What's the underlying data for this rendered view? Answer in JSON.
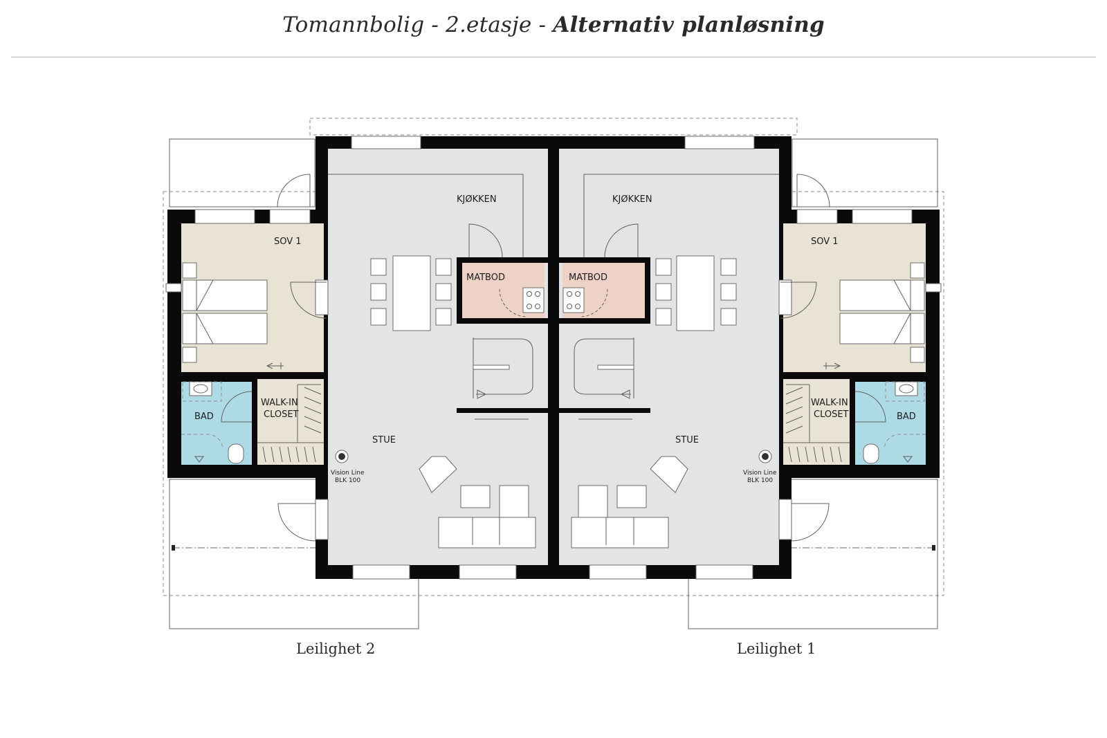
{
  "header": {
    "title_prefix": "Tomannbolig - 2.etasje - ",
    "title_bold": "Alternativ planløsning"
  },
  "plan": {
    "rooms": {
      "kitchen": "KJØKKEN",
      "pantry": "MATBOD",
      "bedroom": "SOV 1",
      "bathroom": "BAD",
      "closet_line1": "WALK-IN",
      "closet_line2": "CLOSET",
      "living": "STUE",
      "stove_line1": "Vision Line",
      "stove_line2": "BLK 100"
    }
  },
  "units": {
    "left": "Leilighet 2",
    "right": "Leilighet 1"
  },
  "colors": {
    "wall": "#0a0a0a",
    "living_floor": "#e3e4e6",
    "bedroom_floor": "#e8e3d4",
    "bathroom_floor": "#aedae6",
    "pantry_floor": "#eed2c6"
  }
}
